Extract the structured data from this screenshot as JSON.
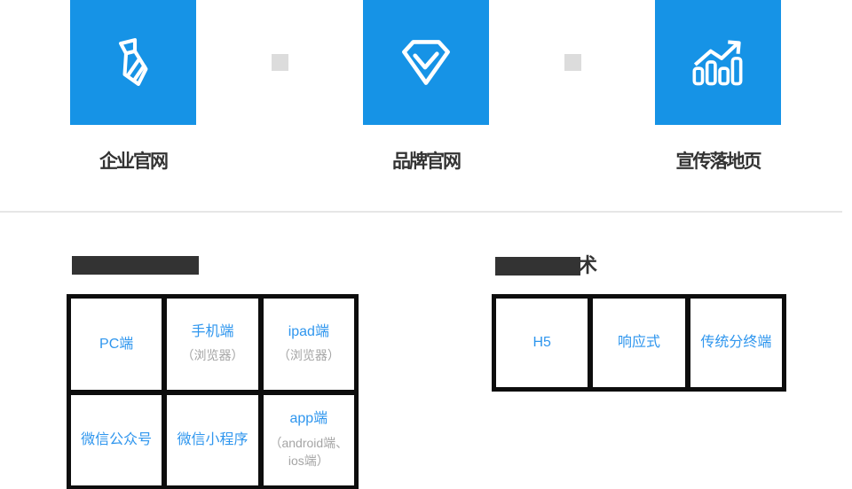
{
  "colors": {
    "tile_blue": "#1693e6",
    "grid_frame_black": "#0d0d0d",
    "cell_title_blue": "#2f96ee",
    "cell_subtitle_gray": "#a5a5a5",
    "heading_dark": "#333333",
    "mini_square_gray": "#dcdcdc",
    "divider_gray": "#e6e6e6"
  },
  "services": {
    "items": [
      {
        "label": "企业官网",
        "icon": "tie-icon"
      },
      {
        "label": "品牌官网",
        "icon": "diamond-icon"
      },
      {
        "label": "宣传落地页",
        "icon": "rising-chart-icon"
      }
    ]
  },
  "devices_section": {
    "cells": [
      {
        "title": "PC端",
        "subtitle": ""
      },
      {
        "title": "手机端",
        "subtitle": "（浏览器）"
      },
      {
        "title": "ipad端",
        "subtitle": "（浏览器）"
      },
      {
        "title": "微信公众号",
        "subtitle": ""
      },
      {
        "title": "微信小程序",
        "subtitle": ""
      },
      {
        "title": "app端",
        "subtitle": "（android端、ios端）"
      }
    ]
  },
  "tech_section": {
    "heading_visible_text": "术",
    "cells": [
      {
        "title": "H5"
      },
      {
        "title": "响应式"
      },
      {
        "title": "传统分终端"
      }
    ]
  }
}
